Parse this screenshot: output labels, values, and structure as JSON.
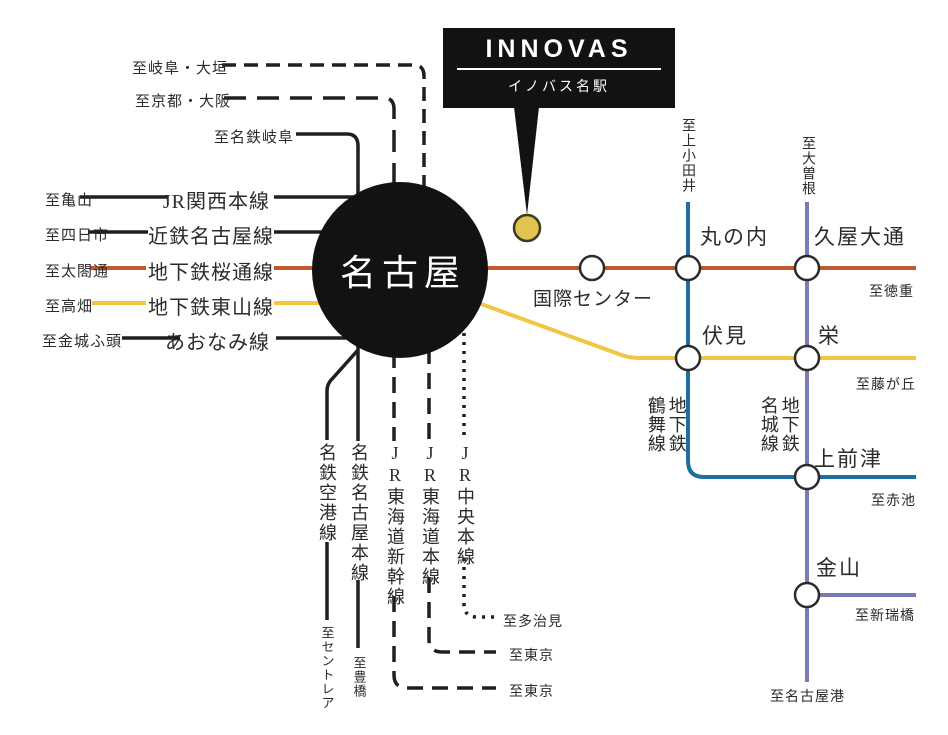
{
  "colors": {
    "sakuradori_orange": "#c05a2d",
    "higashiyama_yellow": "#f2c545",
    "tsurumai_blue": "#1d6f9e",
    "meijo_purple": "#7a7bb0",
    "line_black": "#1f1f1f",
    "marker_gold": "#e0c351",
    "panel_black": "#121212"
  },
  "callout": {
    "title": "INNOVAS",
    "subtitle": "イノバス名駅"
  },
  "hub": {
    "label": "名古屋"
  },
  "top_lines": [
    {
      "dest": "至岐阜・大垣"
    },
    {
      "dest": "至京都・大阪"
    },
    {
      "dest": "至名鉄岐阜"
    }
  ],
  "left_lines": [
    {
      "dest": "至亀山",
      "name": "JR関西本線"
    },
    {
      "dest": "至四日市",
      "name": "近鉄名古屋線"
    },
    {
      "dest": "至太閤通",
      "name": "地下鉄桜通線"
    },
    {
      "dest": "至高畑",
      "name": "地下鉄東山線"
    },
    {
      "dest": "至金城ふ頭",
      "name": "あおなみ線"
    }
  ],
  "stations": {
    "kokusai_center": "国際センター",
    "marunouchi": "丸の内",
    "hisaya_odori": "久屋大通",
    "fushimi": "伏見",
    "sakae": "栄",
    "kamimaezu": "上前津",
    "kanayama": "金山"
  },
  "destinations": {
    "kami_otai": "至上小田井",
    "ozone": "至大曽根",
    "tokushige": "至徳重",
    "fujigaoka": "至藤が丘",
    "akaike": "至赤池",
    "aratama_bashi": "至新瑞橋",
    "nagoya_ko": "至名古屋港",
    "centrair": "至セントレア",
    "toyohashi": "至豊橋",
    "tokyo_tokaido": "至東京",
    "tokyo_shinkansen": "至東京",
    "tajimi": "至多治見"
  },
  "subway_labels": {
    "tsurumai": "地下鉄\n鶴舞線",
    "meijo": "地下鉄\n名城線"
  },
  "bottom_lines": [
    {
      "name": "名鉄空港線"
    },
    {
      "name": "名鉄名古屋本線"
    },
    {
      "name": "JR東海道新幹線"
    },
    {
      "name": "JR東海道本線"
    },
    {
      "name": "JR中央本線"
    }
  ]
}
